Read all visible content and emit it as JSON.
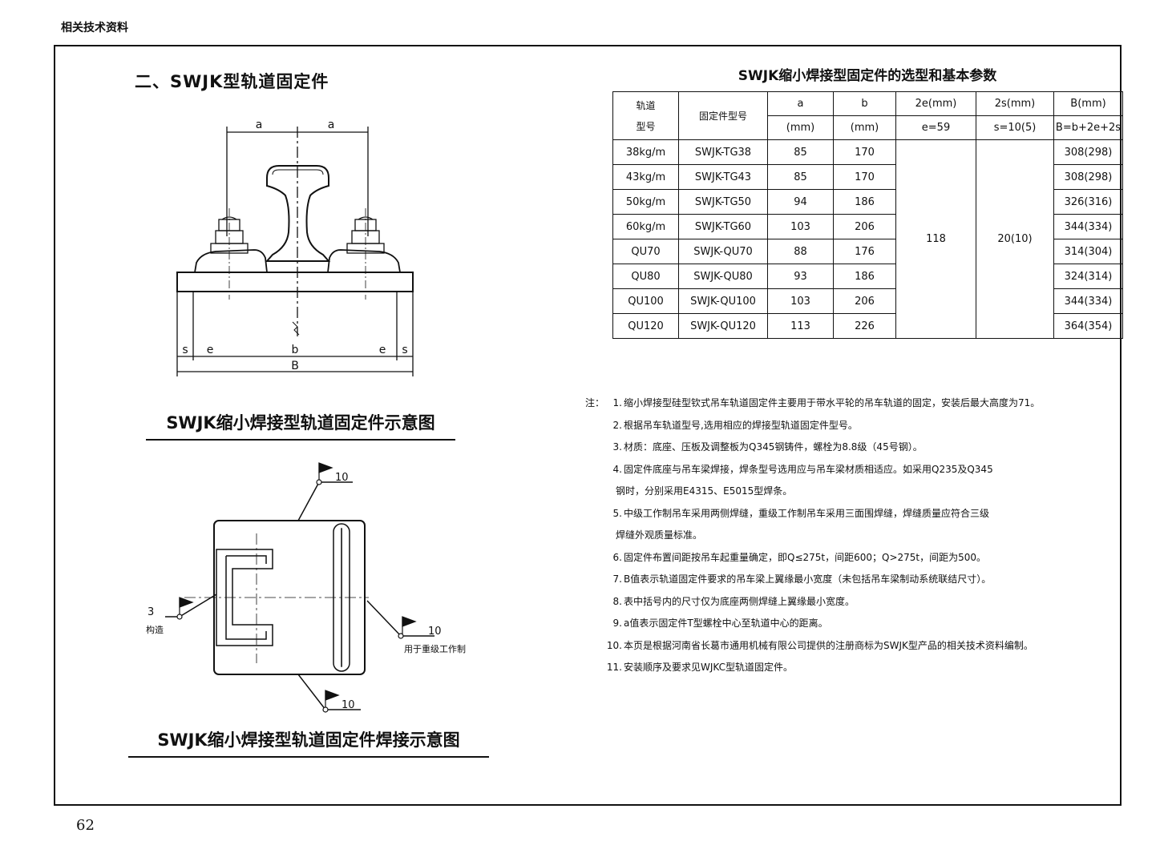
{
  "header": {
    "running_title": "相关技术资料",
    "page_number": "62"
  },
  "section": {
    "title": "二、SWJK型轨道固定件"
  },
  "figure1": {
    "caption": "SWJK缩小焊接型轨道固定件示意图",
    "labels": {
      "a_left": "a",
      "a_right": "a",
      "s_left": "s",
      "e_left": "e",
      "b": "b",
      "e_right": "e",
      "s_right": "s",
      "B": "B"
    }
  },
  "figure2": {
    "caption": "SWJK缩小焊接型轨道固定件焊接示意图",
    "labels": {
      "weld_top": "10",
      "weld_left": "3",
      "weld_left_note": "构造",
      "weld_right": "10",
      "weld_right_note": "用于重级工作制",
      "weld_bottom": "10"
    }
  },
  "table": {
    "title": "SWJK缩小焊接型固定件的选型和基本参数",
    "header": {
      "rail_type_1": "轨道",
      "rail_type_2": "型号",
      "model": "固定件型号",
      "a": "a",
      "a_unit": "(mm)",
      "b": "b",
      "b_unit": "(mm)",
      "twoe": "2e(mm)",
      "twoe_val": "e=59",
      "twos": "2s(mm)",
      "twos_val": "s=10(5)",
      "B": "B(mm)",
      "B_formula": "B=b+2e+2s"
    },
    "merged": {
      "twoe": "118",
      "twos": "20(10)"
    },
    "rows": [
      {
        "rail": "38kg/m",
        "model": "SWJK-TG38",
        "a": "85",
        "b": "170",
        "B": "308(298)"
      },
      {
        "rail": "43kg/m",
        "model": "SWJK-TG43",
        "a": "85",
        "b": "170",
        "B": "308(298)"
      },
      {
        "rail": "50kg/m",
        "model": "SWJK-TG50",
        "a": "94",
        "b": "186",
        "B": "326(316)"
      },
      {
        "rail": "60kg/m",
        "model": "SWJK-TG60",
        "a": "103",
        "b": "206",
        "B": "344(334)"
      },
      {
        "rail": "QU70",
        "model": "SWJK-QU70",
        "a": "88",
        "b": "176",
        "B": "314(304)"
      },
      {
        "rail": "QU80",
        "model": "SWJK-QU80",
        "a": "93",
        "b": "186",
        "B": "324(314)"
      },
      {
        "rail": "QU100",
        "model": "SWJK-QU100",
        "a": "103",
        "b": "206",
        "B": "344(334)"
      },
      {
        "rail": "QU120",
        "model": "SWJK-QU120",
        "a": "113",
        "b": "226",
        "B": "364(354)"
      }
    ]
  },
  "notes": {
    "label": "注：",
    "n1": "缩小焊接型硅型钦式吊车轨道固定件主要用于带水平轮的吊车轨道的固定，安装后最大高度为71。",
    "n2": "根据吊车轨道型号,选用相应的焊接型轨道固定件型号。",
    "n3": "材质：底座、压板及调整板为Q345钢铸件，螺栓为8.8级（45号钢）。",
    "n4a": "固定件底座与吊车梁焊接，焊条型号选用应与吊车梁材质相适应。如采用Q235及Q345",
    "n4b": "钢时，分别采用E4315、E5015型焊条。",
    "n5a": "中级工作制吊车采用两侧焊缝，重级工作制吊车采用三面围焊缝，焊缝质量应符合三级",
    "n5b": "焊缝外观质量标准。",
    "n6": "固定件布置间距按吊车起重量确定，即Q≤275t，间距600；Q>275t，间距为500。",
    "n7": "B值表示轨道固定件要求的吊车梁上翼缘最小宽度（未包括吊车梁制动系统联结尺寸）。",
    "n8": "表中括号内的尺寸仅为底座两侧焊缝上翼缘最小宽度。",
    "n9": "a值表示固定件T型螺栓中心至轨道中心的距离。",
    "n10": "本页是根据河南省长葛市通用机械有限公司提供的注册商标为SWJK型产品的相关技术资料编制。",
    "n11": "安装顺序及要求见WJKC型轨道固定件。"
  }
}
